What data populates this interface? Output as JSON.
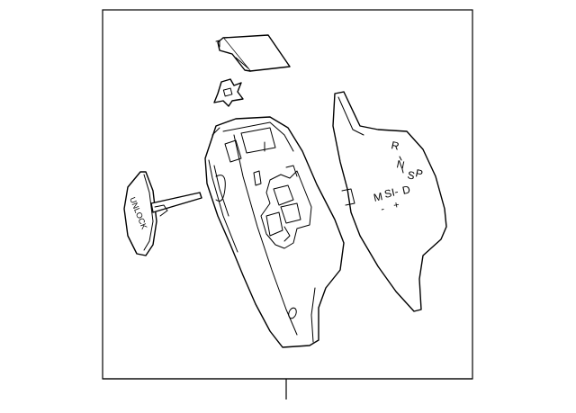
{
  "colors": {
    "line": "#000000",
    "background": "#ffffff"
  },
  "parts": {
    "unlock_button": {
      "label": "UNLOCK"
    },
    "shift_cover": {
      "legend": {
        "r": "R",
        "n": "N",
        "s": "S",
        "p": "P",
        "m": "M",
        "s2": "S",
        "dash": "I-",
        "d": "D",
        "minus": "-",
        "plus": "+"
      }
    }
  }
}
